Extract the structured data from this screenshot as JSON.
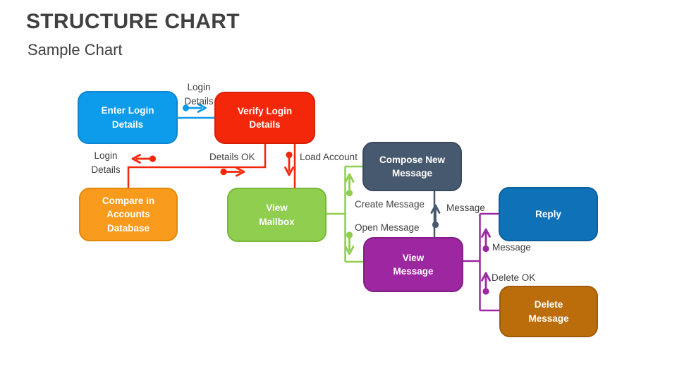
{
  "slide": {
    "title": "STRUCTURE CHART",
    "subtitle": "Sample Chart"
  },
  "boxes": {
    "enter_login": {
      "label": "Enter Login\nDetails",
      "color": "#0d9bec"
    },
    "verify_login": {
      "label": "Verify Login\nDetails",
      "color": "#f5270b"
    },
    "compare_db": {
      "label": "Compare in\nAccounts\nDatabase",
      "color": "#f89a1c"
    },
    "view_mailbox": {
      "label": "View\nMailbox",
      "color": "#8fce4e"
    },
    "compose_new": {
      "label": "Compose New\nMessage",
      "color": "#47596e"
    },
    "view_message": {
      "label": "View\nMessage",
      "color": "#9c27a1"
    },
    "reply": {
      "label": "Reply",
      "color": "#0f71b8"
    },
    "delete_message": {
      "label": "Delete\nMessage",
      "color": "#bc6d0b"
    }
  },
  "edge_labels": {
    "login_details_top": "Login\nDetails",
    "login_details_left": "Login\nDetails",
    "details_ok": "Details OK",
    "load_account": "Load Account",
    "create_message": "Create Message",
    "open_message": "Open Message",
    "message_compose": "Message",
    "message_reply": "Message",
    "delete_ok": "Delete OK"
  },
  "connector_colors": {
    "blue": "#0d9bec",
    "red": "#f5270b",
    "green": "#8fce4e",
    "slate": "#47596e",
    "purple": "#9c27a1",
    "label_text": "#3f3f3f"
  }
}
